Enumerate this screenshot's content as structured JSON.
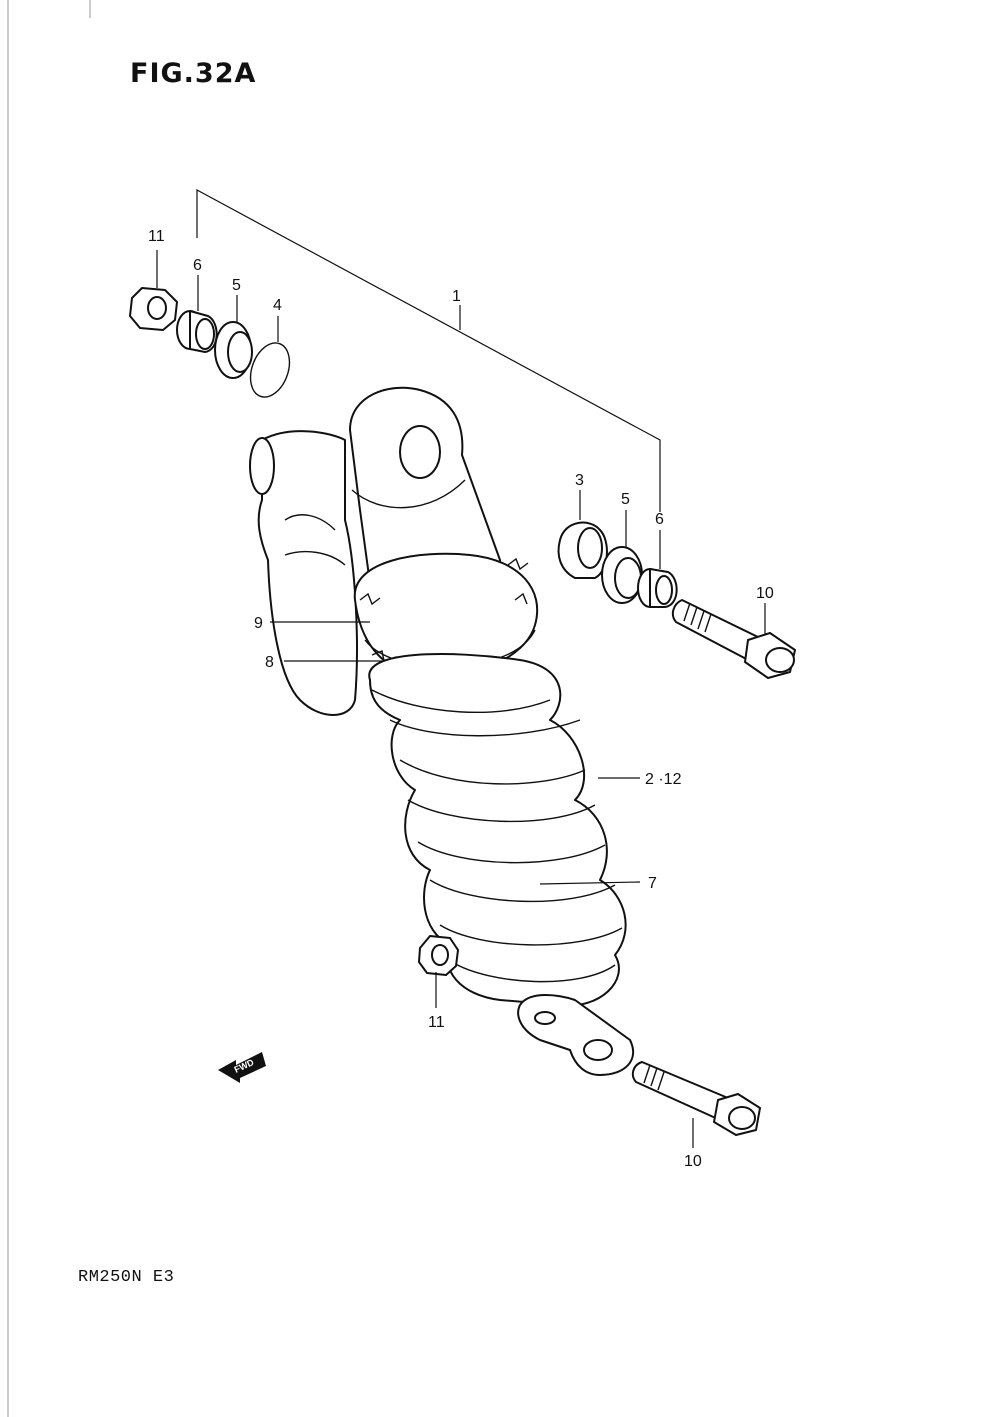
{
  "figure": {
    "title": "FIG.32A",
    "model": "RM250N E3"
  },
  "arrow": {
    "text": "FWD"
  },
  "callouts": [
    {
      "id": "c1",
      "text": "1"
    },
    {
      "id": "c11a",
      "text": "11"
    },
    {
      "id": "c6a",
      "text": "6"
    },
    {
      "id": "c5a",
      "text": "5"
    },
    {
      "id": "c4",
      "text": "4"
    },
    {
      "id": "c3",
      "text": "3"
    },
    {
      "id": "c5b",
      "text": "5"
    },
    {
      "id": "c6b",
      "text": "6"
    },
    {
      "id": "c10a",
      "text": "10"
    },
    {
      "id": "c9",
      "text": "9"
    },
    {
      "id": "c8",
      "text": "8"
    },
    {
      "id": "c2",
      "text": "2 ·12"
    },
    {
      "id": "c7",
      "text": "7"
    },
    {
      "id": "c11b",
      "text": "11"
    },
    {
      "id": "c10b",
      "text": "10"
    }
  ]
}
